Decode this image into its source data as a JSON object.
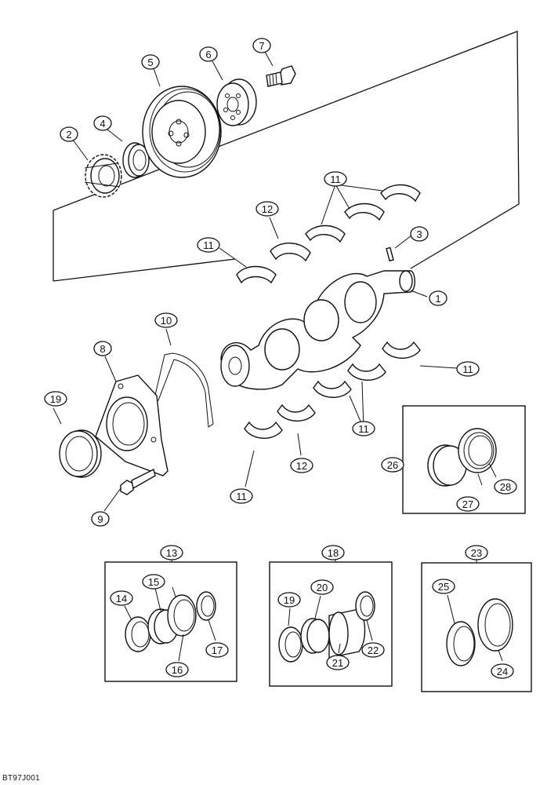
{
  "callouts": [
    {
      "id": "c1",
      "label": "1"
    },
    {
      "id": "c2",
      "label": "2"
    },
    {
      "id": "c3",
      "label": "3"
    },
    {
      "id": "c4",
      "label": "4"
    },
    {
      "id": "c5",
      "label": "5"
    },
    {
      "id": "c6",
      "label": "6"
    },
    {
      "id": "c7",
      "label": "7"
    },
    {
      "id": "c8",
      "label": "8"
    },
    {
      "id": "c9",
      "label": "9"
    },
    {
      "id": "c10",
      "label": "10"
    },
    {
      "id": "c11a",
      "label": "11"
    },
    {
      "id": "c11b",
      "label": "11"
    },
    {
      "id": "c11c",
      "label": "11"
    },
    {
      "id": "c11d",
      "label": "11"
    },
    {
      "id": "c11e",
      "label": "11"
    },
    {
      "id": "c12a",
      "label": "12"
    },
    {
      "id": "c12b",
      "label": "12"
    },
    {
      "id": "c13",
      "label": "13"
    },
    {
      "id": "c14",
      "label": "14"
    },
    {
      "id": "c15",
      "label": "15"
    },
    {
      "id": "c16",
      "label": "16"
    },
    {
      "id": "c17",
      "label": "17"
    },
    {
      "id": "c18",
      "label": "18"
    },
    {
      "id": "c19a",
      "label": "19"
    },
    {
      "id": "c19b",
      "label": "19"
    },
    {
      "id": "c20",
      "label": "20"
    },
    {
      "id": "c21",
      "label": "21"
    },
    {
      "id": "c22",
      "label": "22"
    },
    {
      "id": "c23",
      "label": "23"
    },
    {
      "id": "c24",
      "label": "24"
    },
    {
      "id": "c25",
      "label": "25"
    },
    {
      "id": "c26",
      "label": "26"
    },
    {
      "id": "c27",
      "label": "27"
    },
    {
      "id": "c28",
      "label": "28"
    }
  ],
  "figure_code": "BT97J001"
}
